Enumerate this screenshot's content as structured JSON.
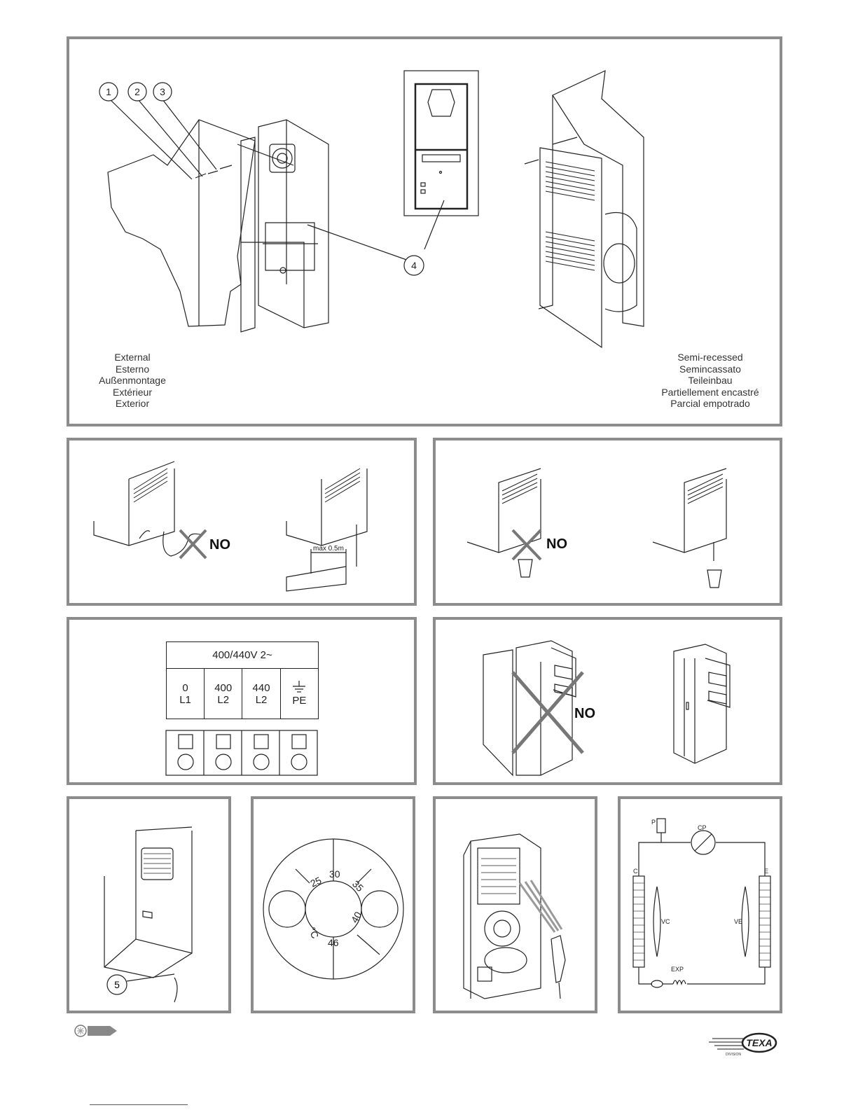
{
  "panel1": {
    "callouts": [
      "1",
      "2",
      "3",
      "4"
    ],
    "external_caption": [
      "External",
      "Esterno",
      "Außenmontage",
      "Extérieur",
      "Exterior"
    ],
    "semi_caption": [
      "Semi-recessed",
      "Semincassato",
      "Teileinbau",
      "Partiellement encastré",
      "Parcial empotrado"
    ]
  },
  "panel2": {
    "no_label": "NO",
    "max_label": "max 0.5m"
  },
  "panel3": {
    "no_label": "NO"
  },
  "panel4": {
    "header": "400/440V 2~",
    "terminals": [
      {
        "top": "0",
        "bottom": "L1"
      },
      {
        "top": "400",
        "bottom": "L2"
      },
      {
        "top": "440",
        "bottom": "L2"
      },
      {
        "top": "",
        "bottom": "PE"
      }
    ]
  },
  "panel5": {
    "no_label": "NO"
  },
  "panel6": {
    "callout": "5"
  },
  "panel7": {
    "dial_values": [
      "25",
      "30",
      "35",
      "40",
      "46"
    ],
    "unit": "°C"
  },
  "panel9": {
    "labels": {
      "p": "P",
      "cp": "CP",
      "c": "C",
      "e": "E",
      "vc": "VC",
      "ve": "VE",
      "exp": "EXP"
    }
  },
  "footer": {
    "logo_text": "TEXA",
    "logo_sub": "DIVISION"
  }
}
